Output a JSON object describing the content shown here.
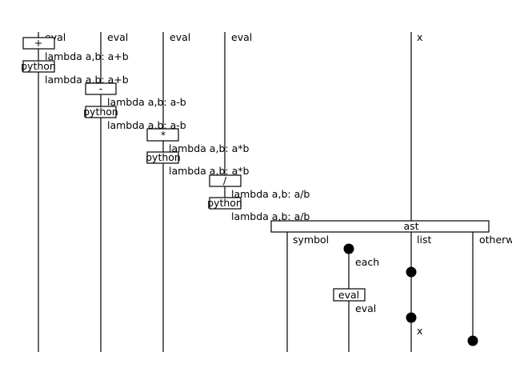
{
  "wires": [
    {
      "label": "eval"
    },
    {
      "label": "eval"
    },
    {
      "label": "eval"
    },
    {
      "label": "eval"
    },
    {
      "label": ""
    },
    {
      "label": ""
    },
    {
      "label": "x"
    },
    {
      "label": ""
    }
  ],
  "boxes": [
    {
      "label": "+"
    },
    {
      "label": "python"
    },
    {
      "label": "-"
    },
    {
      "label": "python"
    },
    {
      "label": "*"
    },
    {
      "label": "python"
    },
    {
      "label": "/"
    },
    {
      "label": "python"
    },
    {
      "label": "ast"
    },
    {
      "label": "eval"
    }
  ],
  "edge_labels": [
    {
      "label": "lambda a,b: a+b"
    },
    {
      "label": "lambda a,b: a+b"
    },
    {
      "label": "lambda a,b: a-b"
    },
    {
      "label": "lambda a,b: a-b"
    },
    {
      "label": "lambda a,b: a*b"
    },
    {
      "label": "lambda a,b: a*b"
    },
    {
      "label": "lambda a,b: a/b"
    },
    {
      "label": "lambda a,b: a/b"
    },
    {
      "label": "symbol"
    },
    {
      "label": "list"
    },
    {
      "label": "otherwise"
    },
    {
      "label": "each"
    },
    {
      "label": "eval"
    },
    {
      "label": "x"
    }
  ]
}
